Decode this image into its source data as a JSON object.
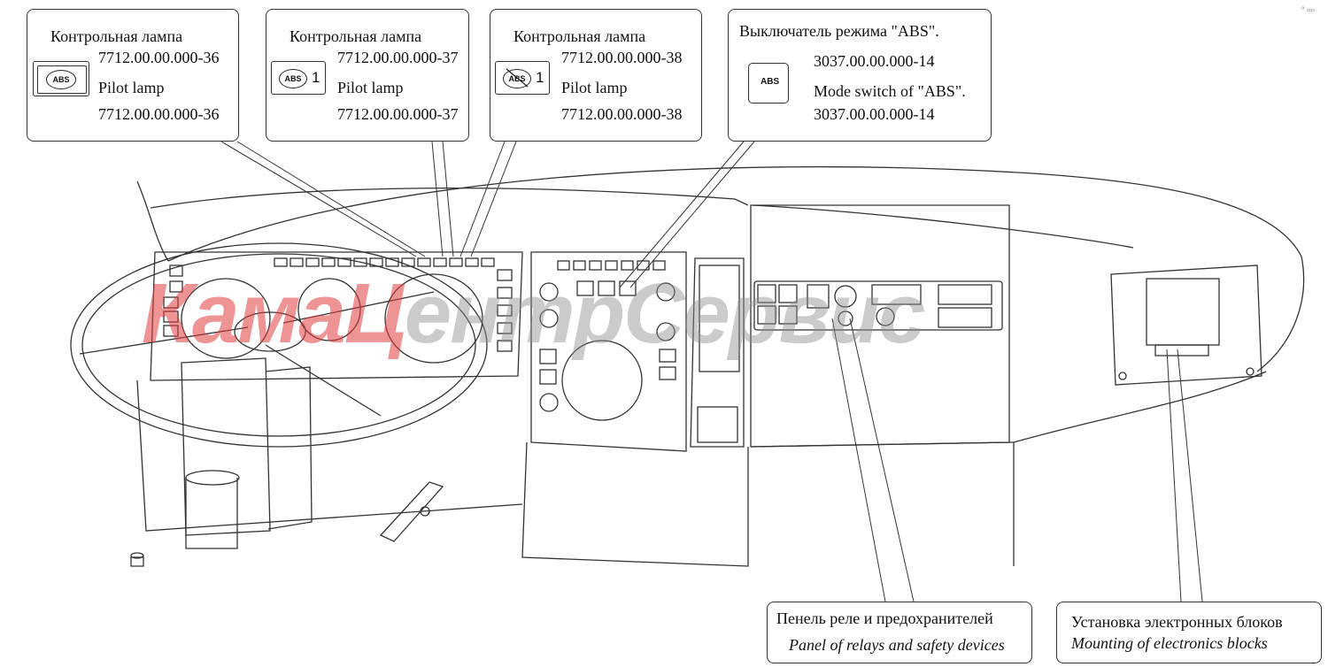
{
  "callouts": {
    "lamp36": {
      "title_ru": "Контрольная лампа",
      "code_ru": "7712.00.00.000-36",
      "title_en": "Pilot lamp",
      "code_en": "7712.00.00.000-36",
      "icon_text": "ABS"
    },
    "lamp37": {
      "title_ru": "Контрольная лампа",
      "code_ru": "7712.00.00.000-37",
      "title_en": "Pilot lamp",
      "code_en": "7712.00.00.000-37",
      "icon_text": "ABS",
      "icon_number": "1"
    },
    "lamp38": {
      "title_ru": "Контрольная лампа",
      "code_ru": "7712.00.00.000-38",
      "title_en": "Pilot lamp",
      "code_en": "7712.00.00.000-38",
      "icon_text": "ABS",
      "icon_number": "1"
    },
    "switch": {
      "title_ru": "Выключатель режима  \"ABS\".",
      "code_ru": "3037.00.00.000-14",
      "title_en": "Mode switch of  \"ABS\".",
      "code_en": "3037.00.00.000-14",
      "icon_text": "ABS"
    },
    "relays": {
      "title_ru": "Пенель реле и предохранителей",
      "title_en": "Panel of relays and safety devices"
    },
    "electronics": {
      "title_ru": "Установка электронных блоков",
      "title_en": "Mounting of electronics blocks"
    }
  },
  "watermark": {
    "part1": "КамаЦ",
    "part2": "ентрСервис"
  },
  "colors": {
    "line": "#333333",
    "watermark_red": "#e03c3c",
    "watermark_gray": "#8c8c8c"
  }
}
